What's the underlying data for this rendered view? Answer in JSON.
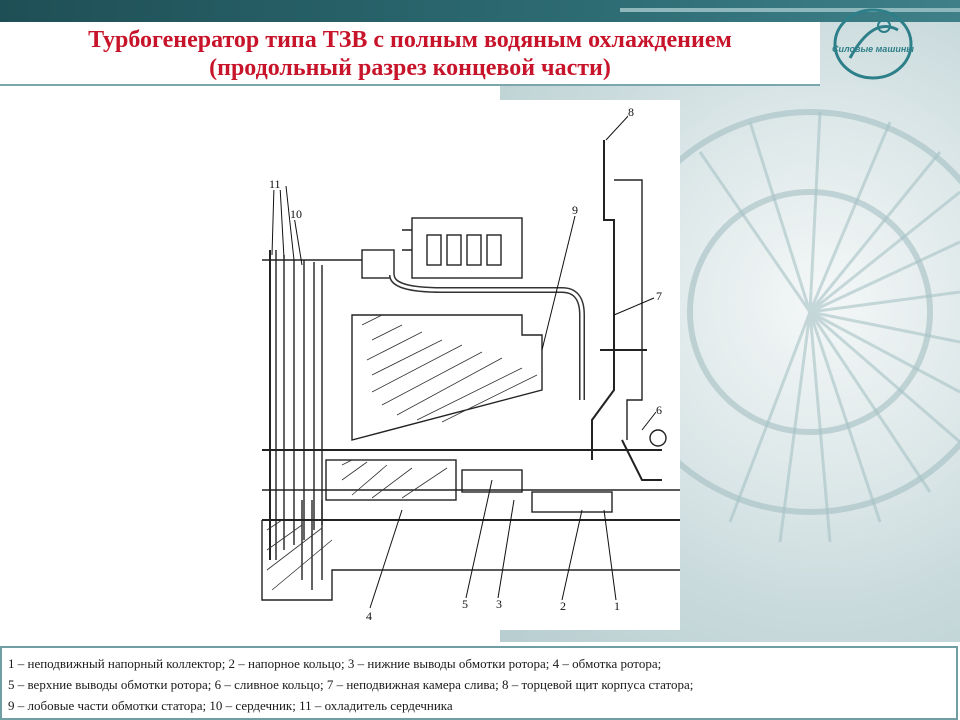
{
  "title": {
    "line1": "Турбогенератор типа ТЗВ с полным водяным охлаждением",
    "line2": "(продольный разрез концевой части)"
  },
  "logo": {
    "text": "Силовые машины"
  },
  "figure": {
    "callouts": [
      "11",
      "10",
      "9",
      "8",
      "7",
      "6",
      "4",
      "5",
      "3",
      "2",
      "1"
    ]
  },
  "legend": {
    "line1": "1 – неподвижный напорный коллектор; 2 – напорное кольцо; 3 – нижние выводы обмотки ротора; 4 – обмотка ротора;",
    "line2": "5 – верхние выводы обмотки ротора; 6 – сливное кольцо; 7 – неподвижная камера слива; 8 – торцевой щит корпуса статора;",
    "line3": "9 – лобовые части обмотки статора; 10 – сердечник; 11 – охладитель сердечника"
  },
  "colors": {
    "title": "#c8142a",
    "accent": "#2d6b73",
    "frame": "#6f9ea3"
  }
}
